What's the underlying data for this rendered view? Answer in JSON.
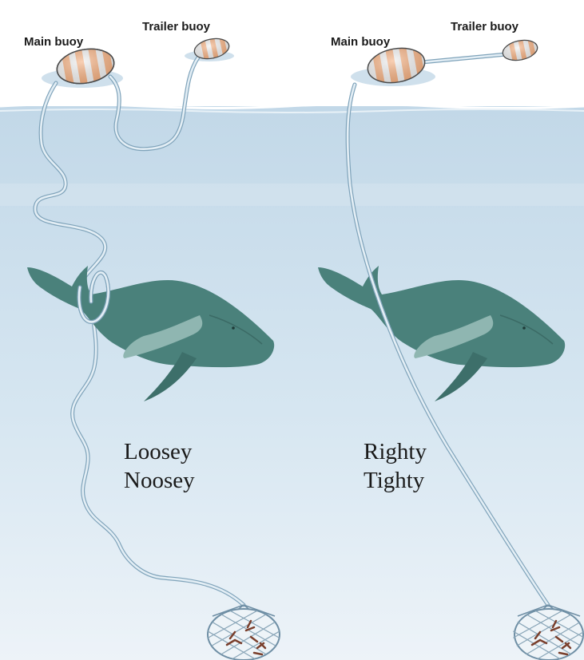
{
  "panels": [
    {
      "main_buoy_label": "Main buoy",
      "trailer_buoy_label": "Trailer buoy",
      "caption_line1": "Loosey",
      "caption_line2": "Noosey"
    },
    {
      "main_buoy_label": "Main buoy",
      "trailer_buoy_label": "Trailer buoy",
      "caption_line1": "Righty",
      "caption_line2": "Tighty"
    }
  ],
  "colors": {
    "sea_top": "#c3d9e9",
    "sea_bottom": "#e9f1f7",
    "rope": "#e3eef5",
    "rope_edge": "#7fa3ba",
    "whale": "#4a817b",
    "whale_fin": "#8fb6b1",
    "buoy_white": "#ededed",
    "buoy_orange": "#f2a068",
    "trap_mesh": "#6f8fa5",
    "lobster": "#7a3f2c"
  },
  "icons": [
    "buoy-icon",
    "whale-icon",
    "trap-icon",
    "lobster-icon"
  ]
}
